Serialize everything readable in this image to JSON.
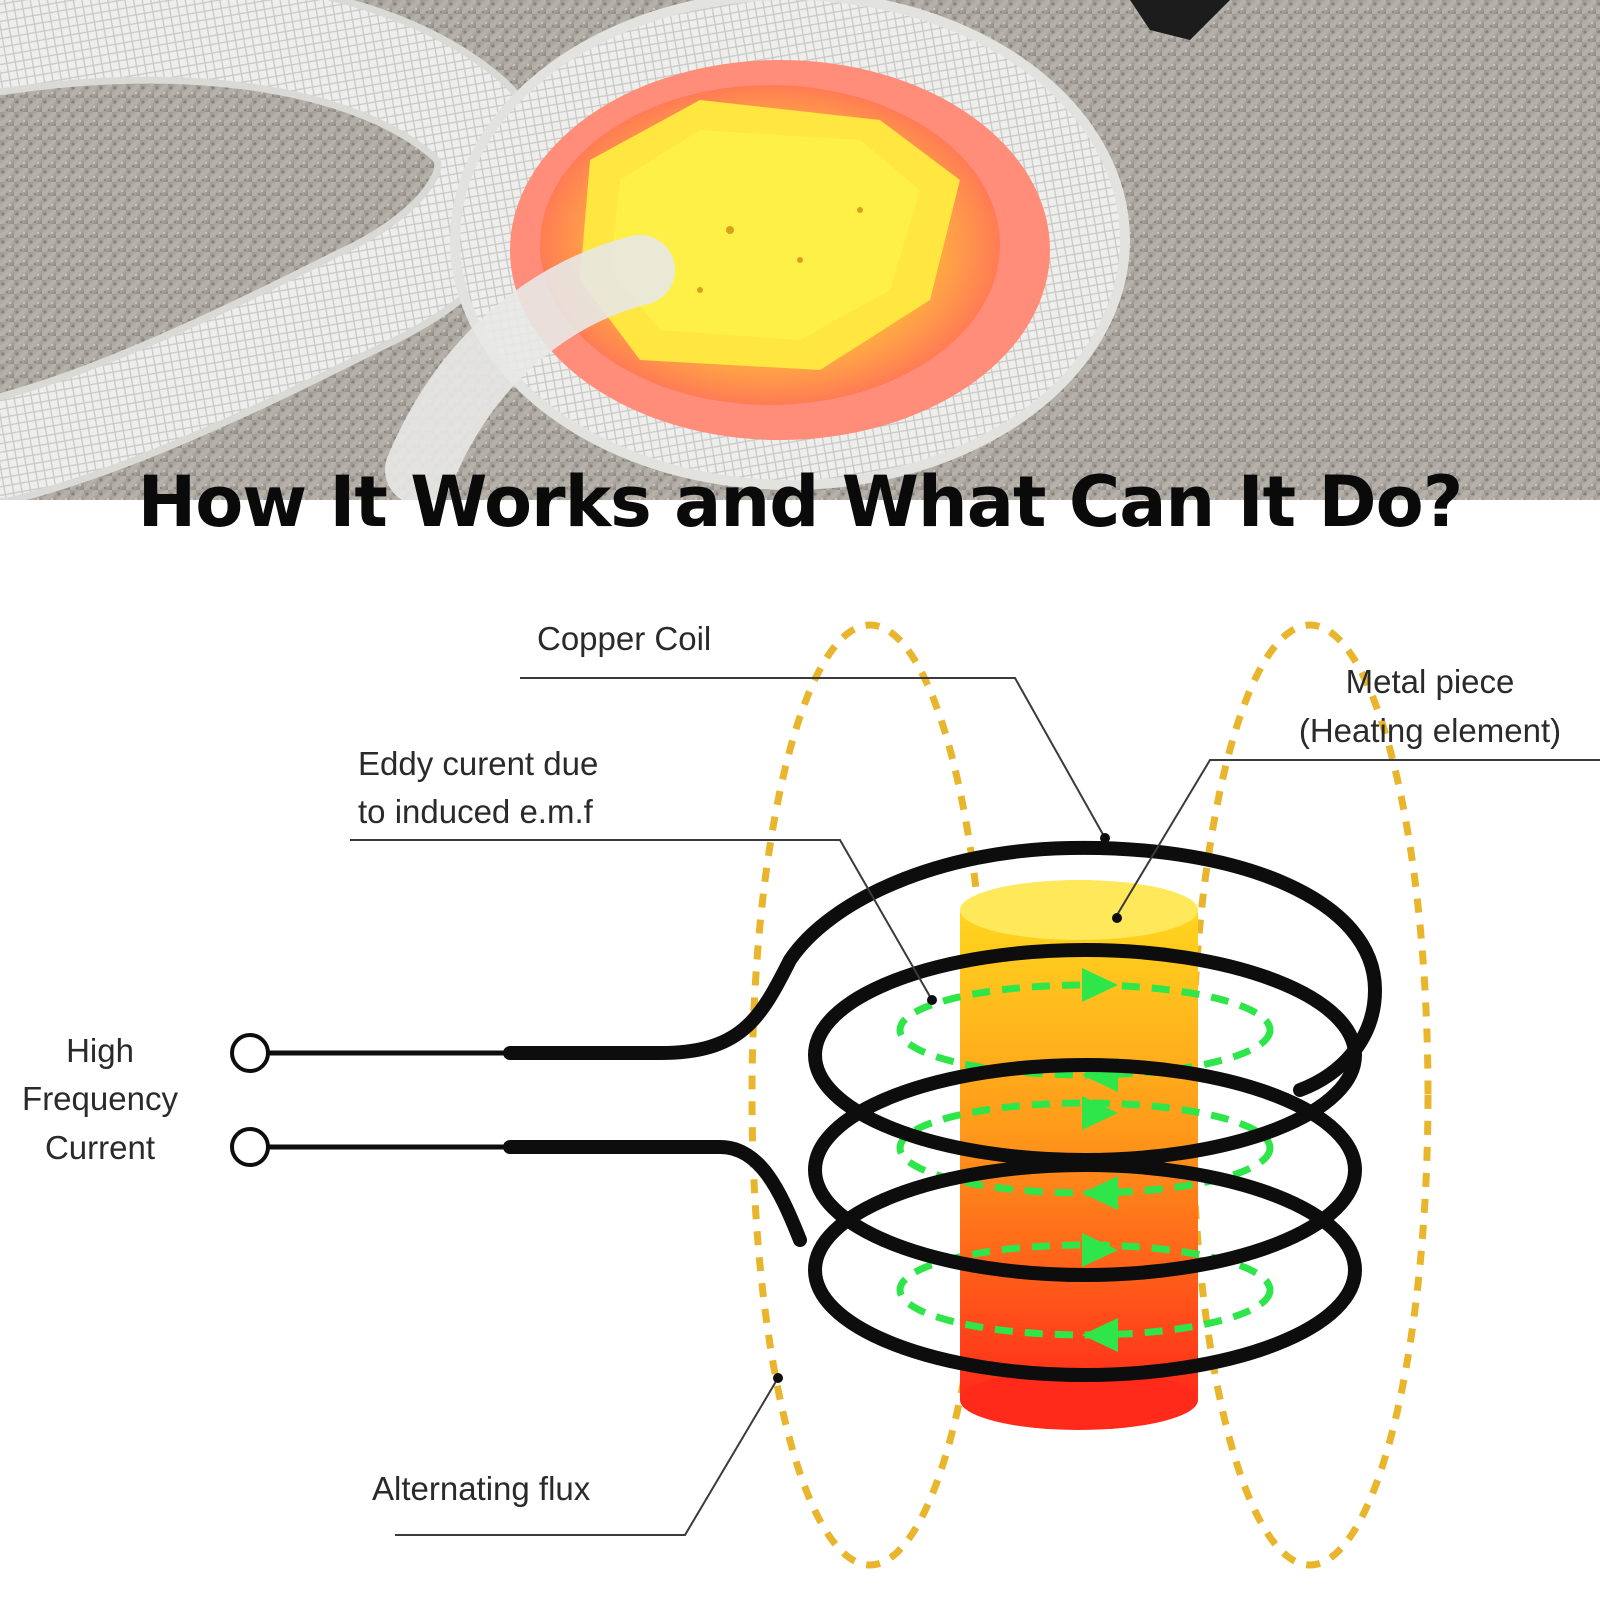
{
  "headline": "How It Works and What Can It Do?",
  "labels": {
    "copper_coil": "Copper Coil",
    "metal_piece_line1": "Metal piece",
    "metal_piece_line2": "(Heating element)",
    "eddy_line1": "Eddy curent due",
    "eddy_line2": "to induced e.m.f",
    "hf_line1": "High",
    "hf_line2": "Frequency",
    "hf_line3": "Current",
    "alternating_flux": "Alternating flux"
  },
  "colors": {
    "flux": "#e8b52c",
    "eddy": "#2ee54a",
    "coil": "#0d0d0d",
    "metal_top": "#ffd21f",
    "metal_bottom": "#ff2a1a"
  },
  "icons": {
    "terminal": "terminal-circle-icon",
    "arrow": "eddy-arrow-icon"
  }
}
